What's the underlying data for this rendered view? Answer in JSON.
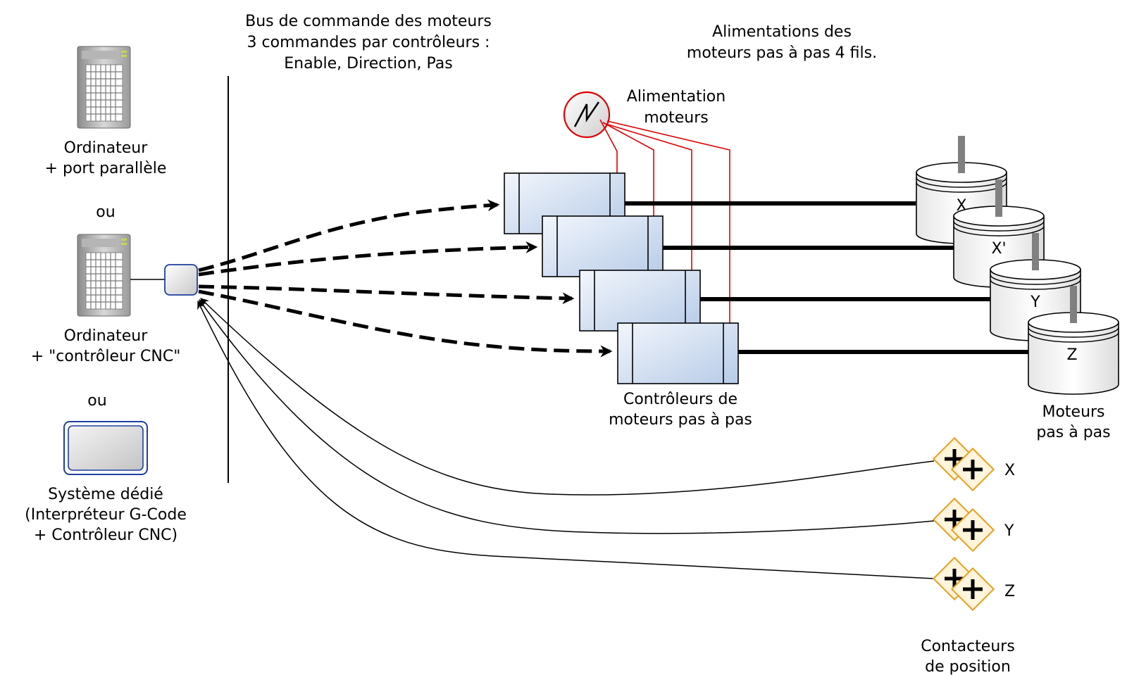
{
  "computer_parallel": {
    "line1": "Ordinateur",
    "line2": "+ port parallèle"
  },
  "or_labels": [
    "ou",
    "ou"
  ],
  "computer_cnc": {
    "line1": "Ordinateur",
    "line2": "+ \"contrôleur CNC\""
  },
  "dedicated": {
    "line1": "Système dédié",
    "line2": "(Interpréteur G-Code",
    "line3": "+ Contrôleur CNC)"
  },
  "bus_label": {
    "line1": "Bus de commande des moteurs",
    "line2": "3 commandes par contrôleurs :",
    "line3": "Enable, Direction, Pas"
  },
  "power_header": {
    "line1": "Alimentations des",
    "line2": "moteurs pas à pas 4 fils."
  },
  "power_supply": {
    "line1": "Alimentation",
    "line2": "moteurs"
  },
  "controllers_label": {
    "line1": "Contrôleurs de",
    "line2": "moteurs pas à pas"
  },
  "motors_label": {
    "line1": "Moteurs",
    "line2": "pas à pas"
  },
  "motors": [
    {
      "axis": "X"
    },
    {
      "axis": "X'"
    },
    {
      "axis": "Y"
    },
    {
      "axis": "Z"
    }
  ],
  "contacts": [
    {
      "axis": "X"
    },
    {
      "axis": "Y"
    },
    {
      "axis": "Z"
    }
  ],
  "contacts_label": {
    "line1": "Contacteurs",
    "line2": "de position"
  },
  "colors": {
    "power_wire": "#dd0000",
    "controller_fill": "#c9d8ee",
    "contact_border": "#e8a020",
    "dedicated_border": "#1f3fa0"
  }
}
